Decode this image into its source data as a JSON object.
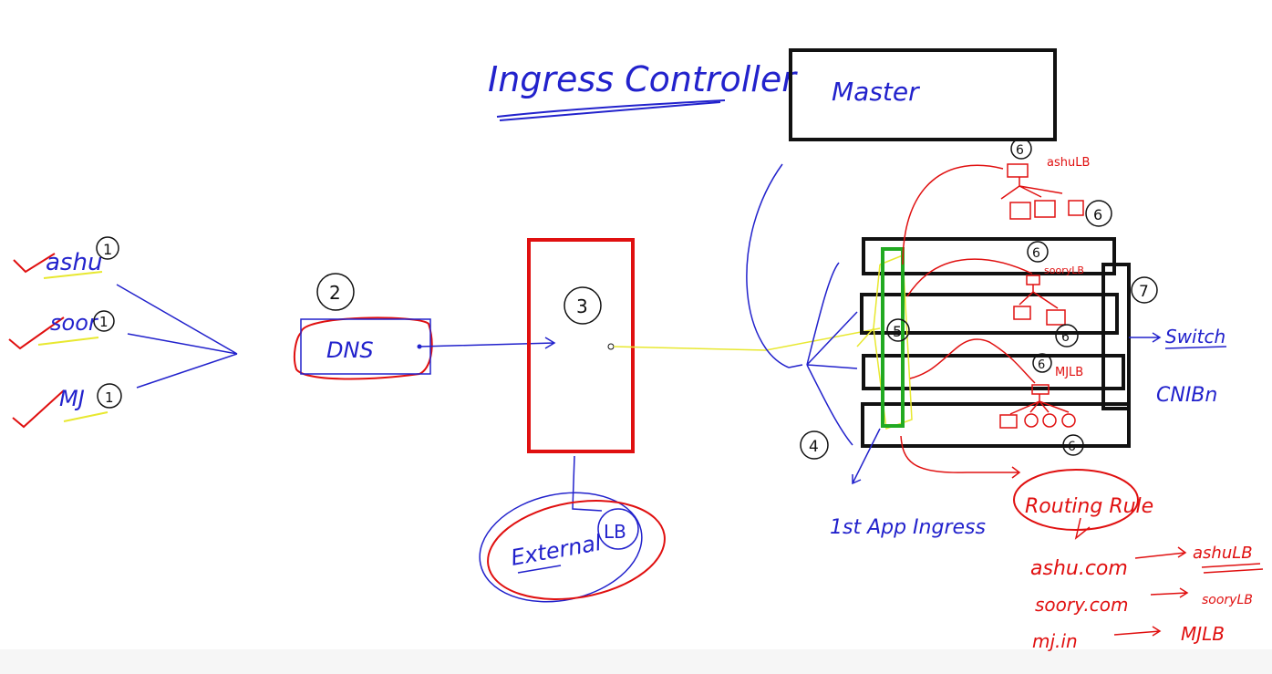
{
  "title": "Ingress Controller",
  "colors": {
    "blue": "#2222cc",
    "red": "#e01010",
    "black": "#111111",
    "green": "#22aa22",
    "yellow": "#e8e830"
  },
  "users": [
    {
      "name": "ashu",
      "num": "1"
    },
    {
      "name": "soor",
      "num": "1"
    },
    {
      "name": "MJ",
      "num": "1"
    }
  ],
  "dns": {
    "label": "DNS",
    "num": "2"
  },
  "lb_box": {
    "num": "3"
  },
  "external_lb": {
    "label": "External",
    "sub": "LB"
  },
  "master": {
    "label": "Master"
  },
  "cluster": {
    "ingress_num": "5",
    "nodes_num": "4",
    "switch_num": "7",
    "svc_num": "6",
    "ashu_lb": "ashuLB",
    "mj_lb": "MJLB",
    "soory_lb": "sooryLB"
  },
  "ingress_label": "1st App Ingress",
  "switch_label": "Switch",
  "cni_label": "CNIBn",
  "routing": {
    "title": "Routing Rule",
    "rules": [
      {
        "from": "ashu.com",
        "to": "ashuLB"
      },
      {
        "from": "soory.com",
        "to": "sooryLB"
      },
      {
        "from": "mj.in",
        "to": "MJLB"
      }
    ]
  }
}
